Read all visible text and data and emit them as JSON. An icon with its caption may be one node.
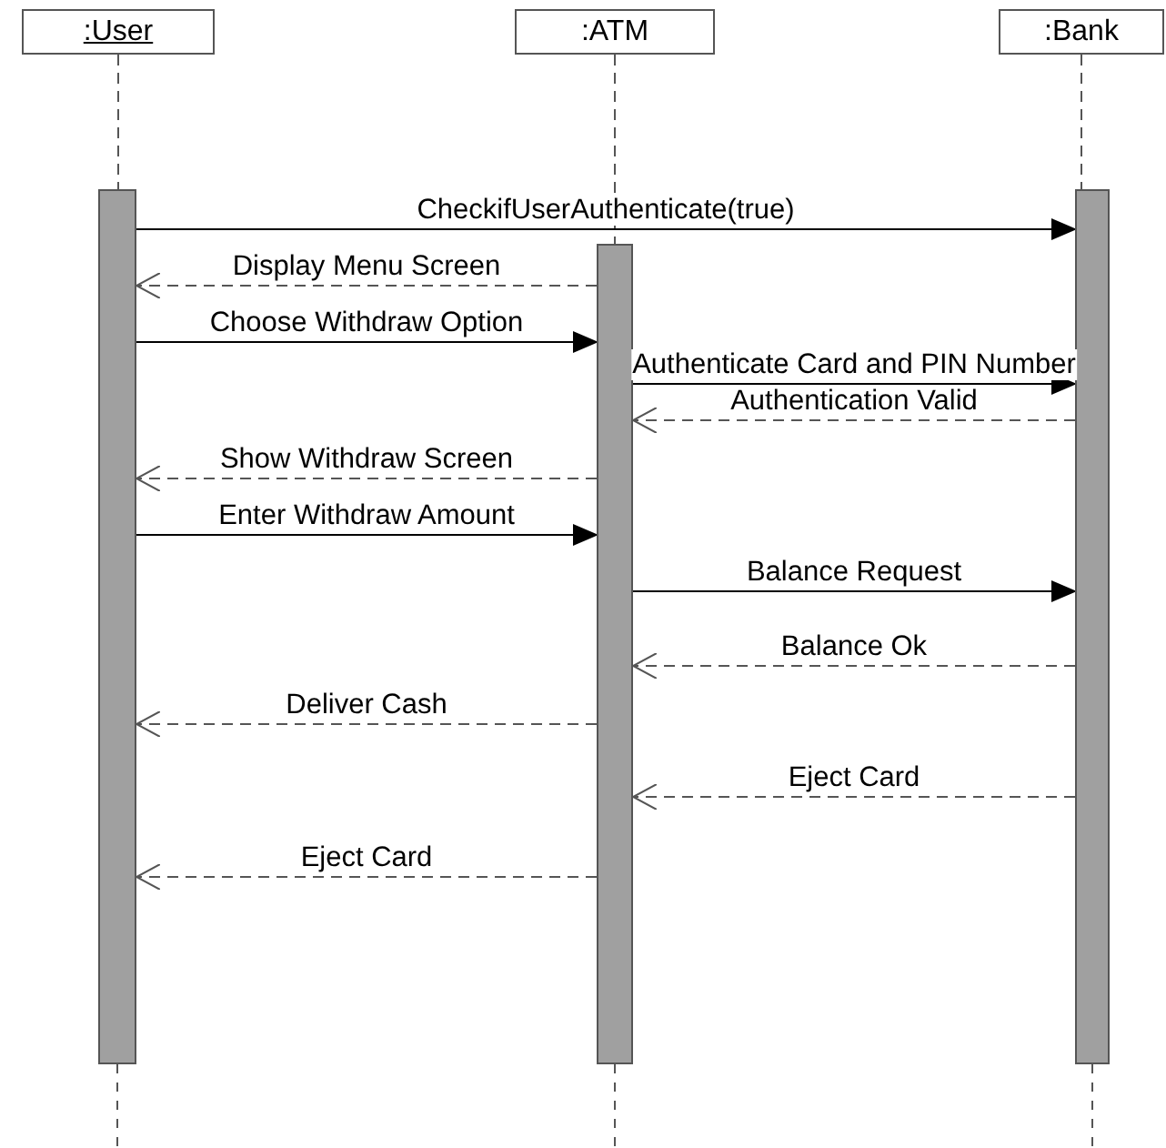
{
  "diagram": {
    "nodes": [
      {
        "text": [
          ":User"
        ]
      },
      {
        "text": [
          ":ATM"
        ]
      },
      {
        "text": [
          ":Bank"
        ]
      },
      {
        "text": [],
        "shape": "bar"
      },
      {
        "text": [],
        "shape": "bar"
      },
      {
        "text": [],
        "shape": "bar"
      }
    ],
    "edges": [
      {
        "from": 0,
        "to": 3,
        "arrow": "none",
        "style": "dashed"
      },
      {
        "from": 1,
        "to": 4,
        "arrow": "none",
        "style": "dashed"
      },
      {
        "from": 2,
        "to": 5,
        "arrow": "none",
        "style": "dashed"
      },
      {
        "from": 3,
        "to": 5,
        "arrow": "to",
        "label": "CheckifUserAuthenticate(true)"
      },
      {
        "from": 4,
        "to": 3,
        "arrow": "to",
        "label": "Display Menu Screen",
        "style": "dashed"
      },
      {
        "from": 3,
        "to": 4,
        "arrow": "to",
        "label": "Choose Withdraw Option"
      },
      {
        "from": 4,
        "to": 5,
        "arrow": "to",
        "label": "Authenticate Card and PIN Number"
      },
      {
        "from": 5,
        "to": 4,
        "arrow": "to",
        "label": "Authentication Valid",
        "style": "dashed"
      },
      {
        "from": 4,
        "to": 3,
        "arrow": "to",
        "label": "Show Withdraw Screen",
        "style": "dashed"
      },
      {
        "from": 3,
        "to": 4,
        "arrow": "to",
        "label": "Enter Withdraw Amount"
      },
      {
        "from": 4,
        "to": 5,
        "arrow": "to",
        "label": "Balance Request"
      },
      {
        "from": 5,
        "to": 4,
        "arrow": "to",
        "label": "Balance Ok",
        "style": "dashed"
      },
      {
        "from": 4,
        "to": 3,
        "arrow": "to",
        "label": "Deliver Cash",
        "style": "dashed"
      },
      {
        "from": 5,
        "to": 4,
        "arrow": "to",
        "label": "Eject Card",
        "style": "dashed"
      },
      {
        "from": 4,
        "to": 3,
        "arrow": "to",
        "label": "Eject Card",
        "style": "dashed"
      }
    ]
  }
}
